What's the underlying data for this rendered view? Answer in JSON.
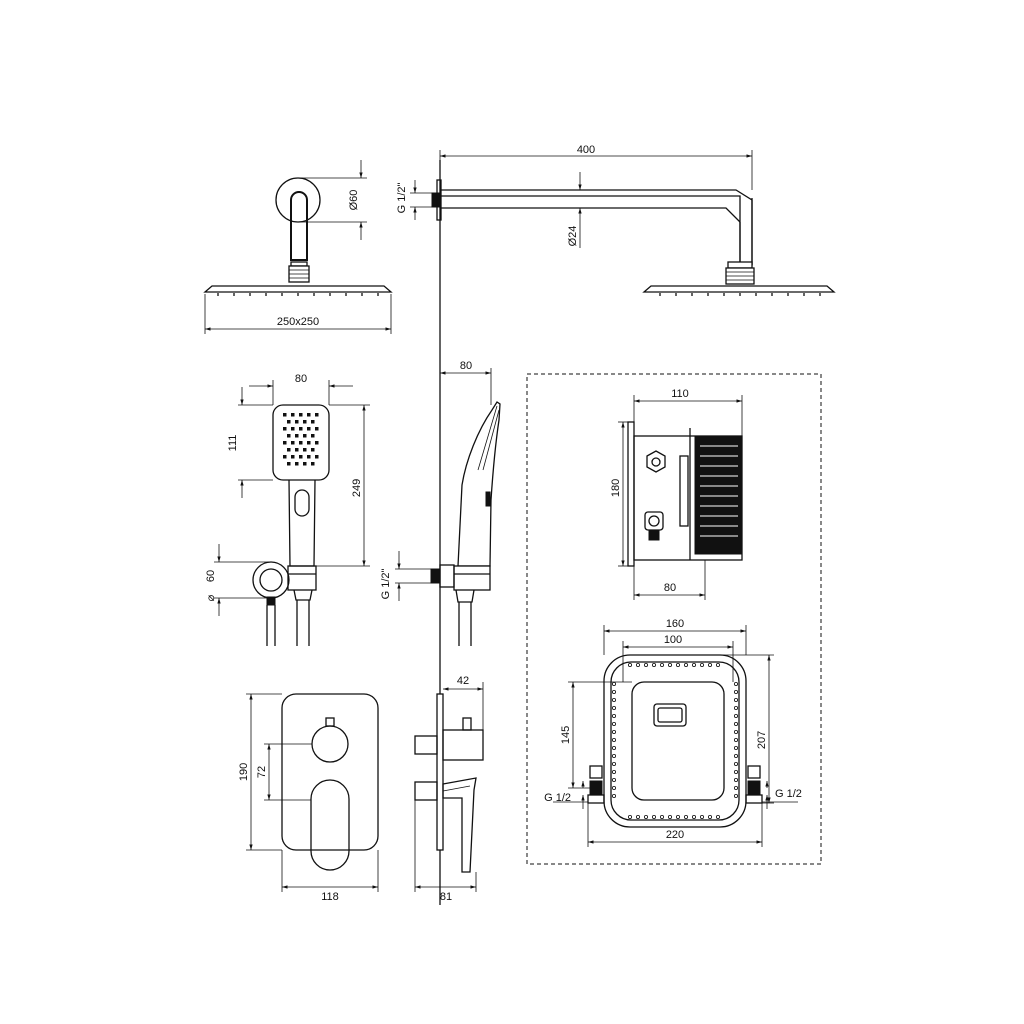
{
  "dimensions": {
    "head_size": "250x250",
    "arm_diameter": "Ø60",
    "arm_length": "400",
    "pipe_diameter": "Ø24",
    "arm_thread": "G 1/2\"",
    "hand_width": "80",
    "hand_head_height": "111",
    "hand_total_height": "249",
    "holder_diameter": "60",
    "hand_side_depth": "80",
    "holder_thread": "G 1/2\"",
    "box_width": "110",
    "box_height": "180",
    "box_depth": "80",
    "frame_outer": "160",
    "frame_inner": "100",
    "frame_height_inner": "145",
    "frame_height_outer": "207",
    "frame_total_width": "220",
    "frame_thread_left": "G 1/2",
    "frame_thread_right": "G 1/2",
    "plate_height": "190",
    "knob_offset": "72",
    "plate_width": "118",
    "plate_depth_top": "42",
    "plate_depth_total": "81"
  }
}
